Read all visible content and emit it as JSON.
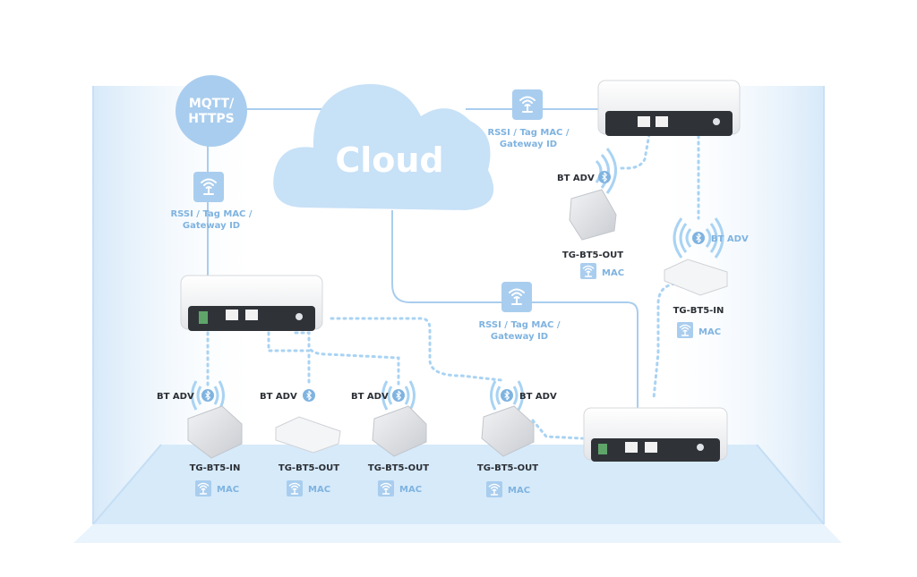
{
  "cloud": {
    "label": "Cloud"
  },
  "broker": {
    "line1": "MQTT/",
    "line2": "HTTPS"
  },
  "payloads": [
    {
      "line1": "RSSI / Tag MAC /",
      "line2": "Gateway ID"
    },
    {
      "line1": "RSSI / Tag MAC /",
      "line2": "Gateway ID"
    },
    {
      "line1": "RSSI / Tag MAC /",
      "line2": "Gateway ID"
    }
  ],
  "bt_adv_label": "BT ADV",
  "mac_label": "MAC",
  "tags": [
    {
      "name": "TG-BT5-OUT"
    },
    {
      "name": "TG-BT5-IN"
    },
    {
      "name": "TG-BT5-OUT"
    },
    {
      "name": "TG-BT5-OUT"
    },
    {
      "name": "TG-BT5-OUT"
    },
    {
      "name": "TG-BT5-IN"
    }
  ],
  "colors": {
    "accent": "#7fb3e0",
    "line": "#a9cdee",
    "dotted": "#a9d3f3",
    "floor": "#cfe6f8",
    "cloud": "#c7e1f7"
  },
  "icons": {
    "broadcast": "wifi-broadcast-icon",
    "bluetooth": "bluetooth-icon"
  }
}
